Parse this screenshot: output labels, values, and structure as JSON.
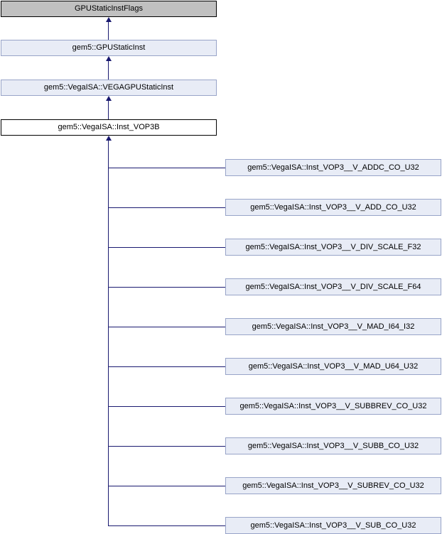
{
  "diagram": {
    "type": "class-inheritance",
    "root": "GPUStaticInstFlags",
    "ancestors": [
      "gem5::GPUStaticInst",
      "gem5::VegaISA::VEGAGPUStaticInst"
    ],
    "current": "gem5::VegaISA::Inst_VOP3B",
    "children": [
      "gem5::VegaISA::Inst_VOP3__V_ADDC_CO_U32",
      "gem5::VegaISA::Inst_VOP3__V_ADD_CO_U32",
      "gem5::VegaISA::Inst_VOP3__V_DIV_SCALE_F32",
      "gem5::VegaISA::Inst_VOP3__V_DIV_SCALE_F64",
      "gem5::VegaISA::Inst_VOP3__V_MAD_I64_I32",
      "gem5::VegaISA::Inst_VOP3__V_MAD_U64_U32",
      "gem5::VegaISA::Inst_VOP3__V_SUBBREV_CO_U32",
      "gem5::VegaISA::Inst_VOP3__V_SUBB_CO_U32",
      "gem5::VegaISA::Inst_VOP3__V_SUBREV_CO_U32",
      "gem5::VegaISA::Inst_VOP3__V_SUB_CO_U32"
    ],
    "colors": {
      "root_fill": "#c0c0c0",
      "root_border": "#000000",
      "related_fill": "#e8ecf6",
      "related_border": "#98a4c8",
      "current_fill": "#ffffff",
      "current_border": "#000000",
      "edge": "#191970",
      "text": "#000000"
    }
  }
}
